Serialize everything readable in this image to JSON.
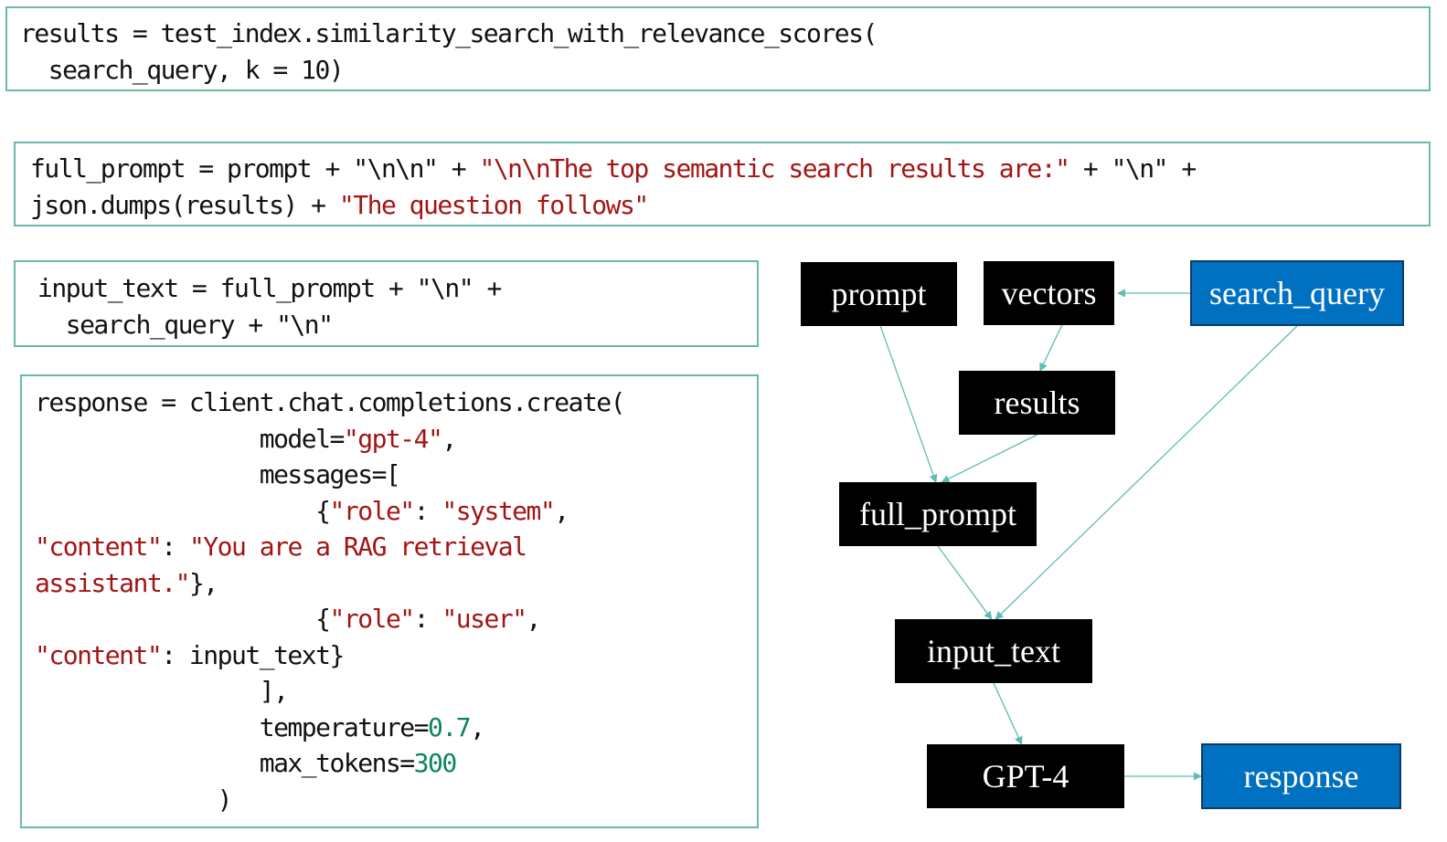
{
  "code_blocks": {
    "similarity_search": {
      "lines": [
        [
          {
            "t": "results = test_index.similarity_search_with_relevance_scores(",
            "c": ""
          }
        ],
        [
          {
            "t": "  search_query, k = 10)",
            "c": ""
          }
        ]
      ]
    },
    "full_prompt": {
      "lines": [
        [
          {
            "t": "full_prompt = prompt + ",
            "c": ""
          },
          {
            "t": "\"\\n\\n\"",
            "c": ""
          },
          {
            "t": " + ",
            "c": ""
          },
          {
            "t": "\"\\n\\nThe top semantic search results are:\"",
            "c": "str"
          },
          {
            "t": " + ",
            "c": ""
          },
          {
            "t": "\"\\n\"",
            "c": ""
          },
          {
            "t": " +",
            "c": ""
          }
        ],
        [
          {
            "t": "json.dumps(results) + ",
            "c": ""
          },
          {
            "t": "\"The question follows\"",
            "c": "str"
          }
        ]
      ]
    },
    "input_text": {
      "lines": [
        [
          {
            "t": "input_text = full_prompt + \"\\n\" +",
            "c": ""
          }
        ],
        [
          {
            "t": "  search_query + \"\\n\"",
            "c": ""
          }
        ]
      ]
    },
    "chat_completion": {
      "lines": [
        [
          {
            "t": "response = client.chat.completions.create(",
            "c": ""
          }
        ],
        [
          {
            "t": "                model=",
            "c": ""
          },
          {
            "t": "\"gpt-4\"",
            "c": "str"
          },
          {
            "t": ",",
            "c": ""
          }
        ],
        [
          {
            "t": "                messages=[",
            "c": ""
          }
        ],
        [
          {
            "t": "                    {",
            "c": ""
          },
          {
            "t": "\"role\"",
            "c": "str"
          },
          {
            "t": ": ",
            "c": ""
          },
          {
            "t": "\"system\"",
            "c": "str"
          },
          {
            "t": ",",
            "c": ""
          }
        ],
        [
          {
            "t": "\"content\"",
            "c": "str"
          },
          {
            "t": ": ",
            "c": ""
          },
          {
            "t": "\"You are a RAG retrieval",
            "c": "str"
          }
        ],
        [
          {
            "t": "assistant.\"",
            "c": "str"
          },
          {
            "t": "},",
            "c": ""
          }
        ],
        [
          {
            "t": "                    {",
            "c": ""
          },
          {
            "t": "\"role\"",
            "c": "str"
          },
          {
            "t": ": ",
            "c": ""
          },
          {
            "t": "\"user\"",
            "c": "str"
          },
          {
            "t": ",",
            "c": ""
          }
        ],
        [
          {
            "t": "\"content\"",
            "c": "str"
          },
          {
            "t": ": input_text}",
            "c": ""
          }
        ],
        [
          {
            "t": "                ],",
            "c": ""
          }
        ],
        [
          {
            "t": "                temperature=",
            "c": ""
          },
          {
            "t": "0.7",
            "c": "num"
          },
          {
            "t": ",",
            "c": ""
          }
        ],
        [
          {
            "t": "                max_tokens=",
            "c": ""
          },
          {
            "t": "300",
            "c": "num"
          }
        ],
        [
          {
            "t": "             )",
            "c": ""
          }
        ]
      ]
    }
  },
  "diagram": {
    "nodes": [
      {
        "id": "prompt",
        "label": "prompt",
        "style": "black"
      },
      {
        "id": "vectors",
        "label": "vectors",
        "style": "black"
      },
      {
        "id": "search_query",
        "label": "search_query",
        "style": "blue"
      },
      {
        "id": "results",
        "label": "results",
        "style": "black"
      },
      {
        "id": "full_prompt",
        "label": "full_prompt",
        "style": "black"
      },
      {
        "id": "input_text",
        "label": "input_text",
        "style": "black"
      },
      {
        "id": "gpt4",
        "label": "GPT-4",
        "style": "black"
      },
      {
        "id": "response",
        "label": "response",
        "style": "blue"
      }
    ],
    "edges": [
      {
        "from": "search_query",
        "to": "vectors"
      },
      {
        "from": "vectors",
        "to": "results"
      },
      {
        "from": "prompt",
        "to": "full_prompt"
      },
      {
        "from": "results",
        "to": "full_prompt"
      },
      {
        "from": "full_prompt",
        "to": "input_text"
      },
      {
        "from": "search_query",
        "to": "input_text"
      },
      {
        "from": "input_text",
        "to": "gpt4"
      },
      {
        "from": "gpt4",
        "to": "response"
      }
    ],
    "colors": {
      "edge": "#5fbcb2",
      "node_black": "#000000",
      "node_blue": "#0070c0",
      "node_blue_border": "#0d3a66",
      "box_border": "#6bb8ae",
      "string": "#a31515",
      "number": "#098658"
    }
  }
}
